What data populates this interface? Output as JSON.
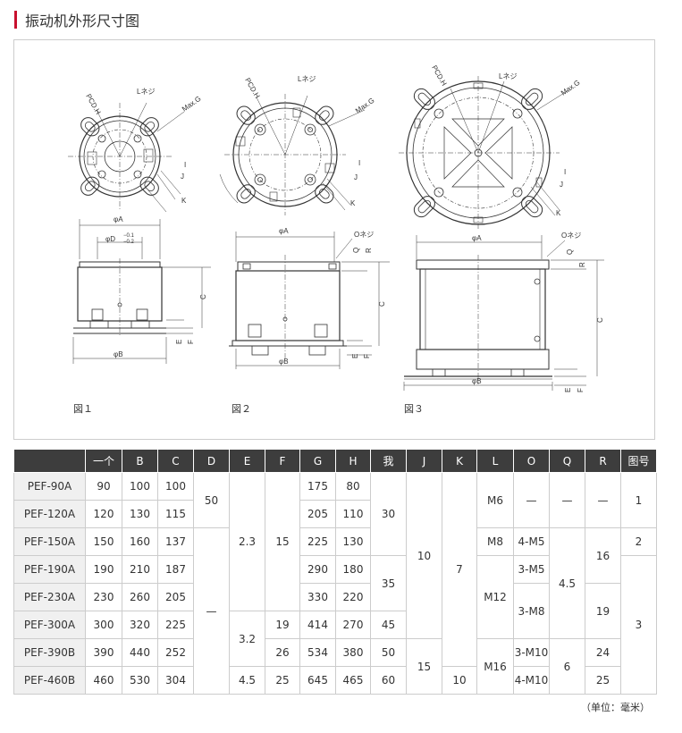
{
  "header": {
    "title": "振动机外形尺寸图"
  },
  "figure": {
    "fig1_label": "図１",
    "fig2_label": "図２",
    "fig3_label": "図３",
    "lbl_pcdh": "PCD.H",
    "lbl_lneji": "Lネジ",
    "lbl_maxg": "Max.G",
    "lbl_i": "I",
    "lbl_j": "J",
    "lbl_k": "K",
    "lbl_phia": "φA",
    "lbl_phid": "φD",
    "lbl_tol_up": "−0.1",
    "lbl_tol_dn": "−0.2",
    "lbl_c": "C",
    "lbl_e": "E",
    "lbl_f": "F",
    "lbl_phib": "φB",
    "lbl_oneji": "Oネジ",
    "lbl_q": "Q",
    "lbl_r": "R"
  },
  "table": {
    "headers": [
      "",
      "一个",
      "B",
      "C",
      "D",
      "E",
      "F",
      "G",
      "H",
      "我",
      "J",
      "K",
      "L",
      "O",
      "Q",
      "R",
      "图号"
    ],
    "rows": [
      [
        "PEF-90A",
        "90",
        "100",
        "100",
        "175",
        "80"
      ],
      [
        "PEF-120A",
        "120",
        "130",
        "115",
        "205",
        "110"
      ],
      [
        "PEF-150A",
        "150",
        "160",
        "137",
        "225",
        "130"
      ],
      [
        "PEF-190A",
        "190",
        "210",
        "187",
        "290",
        "180"
      ],
      [
        "PEF-230A",
        "230",
        "260",
        "205",
        "330",
        "220"
      ],
      [
        "PEF-300A",
        "300",
        "320",
        "225",
        "414",
        "270"
      ],
      [
        "PEF-390B",
        "390",
        "440",
        "252",
        "534",
        "380"
      ],
      [
        "PEF-460B",
        "460",
        "530",
        "304",
        "645",
        "465"
      ]
    ],
    "merged": {
      "d_50": "50",
      "d_dash": "—",
      "e_23": "2.3",
      "e_32": "3.2",
      "e_45": "4.5",
      "f_15": "15",
      "f_19": "19",
      "f_26": "26",
      "f_25": "25",
      "i_30": "30",
      "i_35": "35",
      "i_45": "45",
      "i_50": "50",
      "i_60": "60",
      "j_10": "10",
      "j_15": "15",
      "k_7": "7",
      "k_10": "10",
      "l_m6": "M6",
      "l_m8": "M8",
      "l_m12": "M12",
      "l_m16": "M16",
      "o_dash": "—",
      "o_4m5": "4-M5",
      "o_3m5": "3-M5",
      "o_3m8": "3-M8",
      "o_3m10": "3-M10",
      "o_4m10": "4-M10",
      "q_dash": "—",
      "q_45": "4.5",
      "q_6": "6",
      "r_dash": "—",
      "r_16": "16",
      "r_19": "19",
      "r_24": "24",
      "r_25": "25",
      "fig_1": "1",
      "fig_2": "2",
      "fig_3": "3"
    }
  },
  "footer": {
    "unit": "（单位：毫米）"
  }
}
